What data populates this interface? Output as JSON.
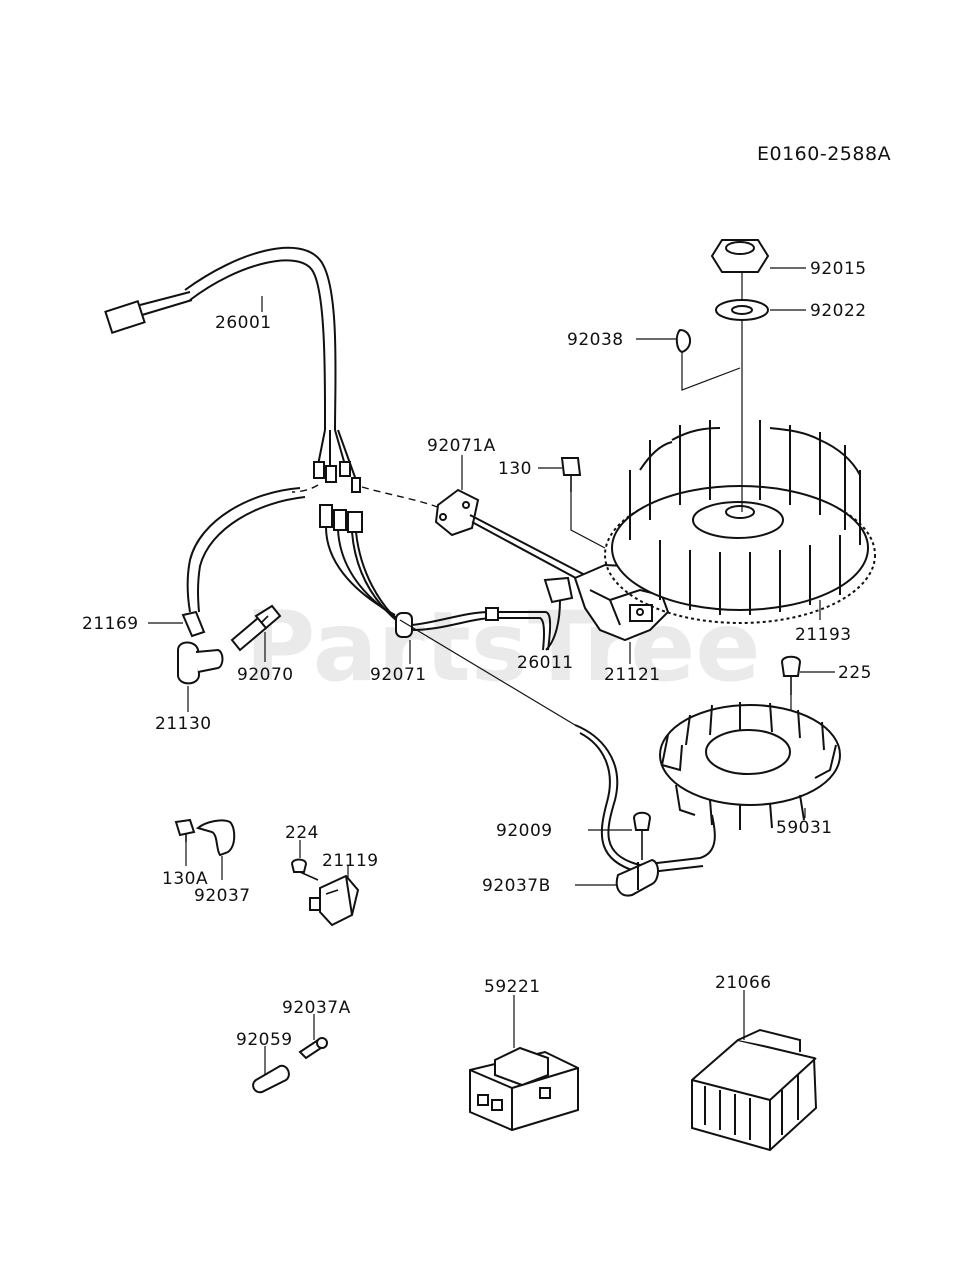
{
  "diagram": {
    "code": "E0160-2588A",
    "watermark": "PartsTree"
  },
  "labels": {
    "l92015": "92015",
    "l92022": "92022",
    "l92038": "92038",
    "l26001": "26001",
    "l92071A": "92071A",
    "l130": "130",
    "l21169": "21169",
    "l92070": "92070",
    "l92071": "92071",
    "l26011": "26011",
    "l21121": "21121",
    "l21193": "21193",
    "l21130": "21130",
    "l225": "225",
    "l92009": "92009",
    "l59031": "59031",
    "l224": "224",
    "l21119": "21119",
    "l130A": "130A",
    "l92037": "92037",
    "l92037B": "92037B",
    "l92037A": "92037A",
    "l59221": "59221",
    "l21066": "21066",
    "l92059": "92059"
  }
}
